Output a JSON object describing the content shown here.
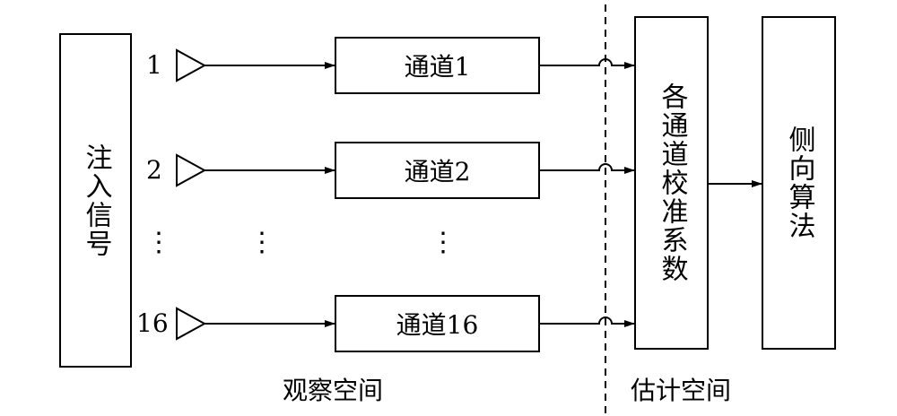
{
  "blocks": {
    "inject": "注入信号",
    "channels": [
      "通道1",
      "通道2",
      "通道16"
    ],
    "calibration": "各通道校准系数",
    "algorithm": "侧向算法"
  },
  "inputs": [
    "1",
    "2",
    "16"
  ],
  "regions": {
    "observation": "观察空间",
    "estimation": "估计空间"
  },
  "ellipsis": "⋮"
}
